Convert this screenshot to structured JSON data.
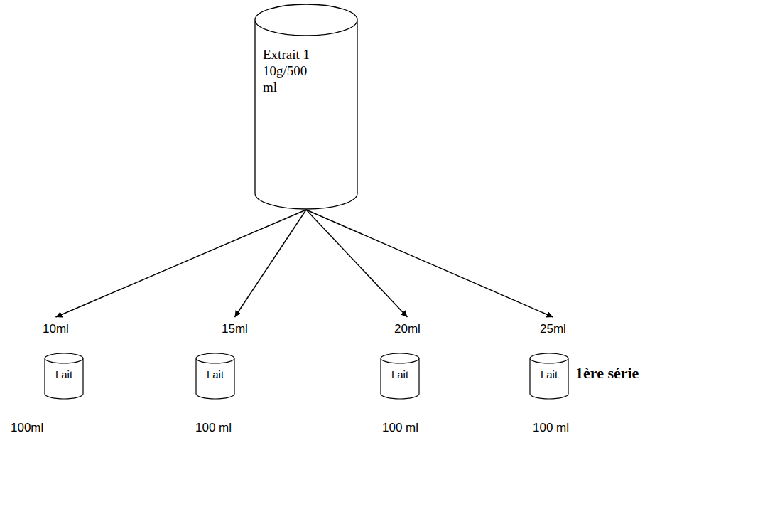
{
  "diagram": {
    "nodes": [
      {
        "text": [
          "Extrait 1 10g/500 ml"
        ]
      },
      {
        "text": [
          "10ml",
          "Lait"
        ]
      },
      {
        "text": [
          "15ml",
          "Lait"
        ]
      },
      {
        "text": [
          "20ml",
          "Lait"
        ]
      },
      {
        "text": [
          "25ml",
          "Lait"
        ]
      }
    ],
    "edges": [
      {
        "from": 0,
        "to": 1,
        "arrow": "to"
      },
      {
        "from": 0,
        "to": 2,
        "arrow": "to"
      },
      {
        "from": 0,
        "to": 3,
        "arrow": "to"
      },
      {
        "from": 0,
        "to": 4,
        "arrow": "to"
      }
    ],
    "labels": [
      "1ère série",
      "100ml",
      "100 ml",
      "100 ml",
      "100 ml"
    ]
  }
}
